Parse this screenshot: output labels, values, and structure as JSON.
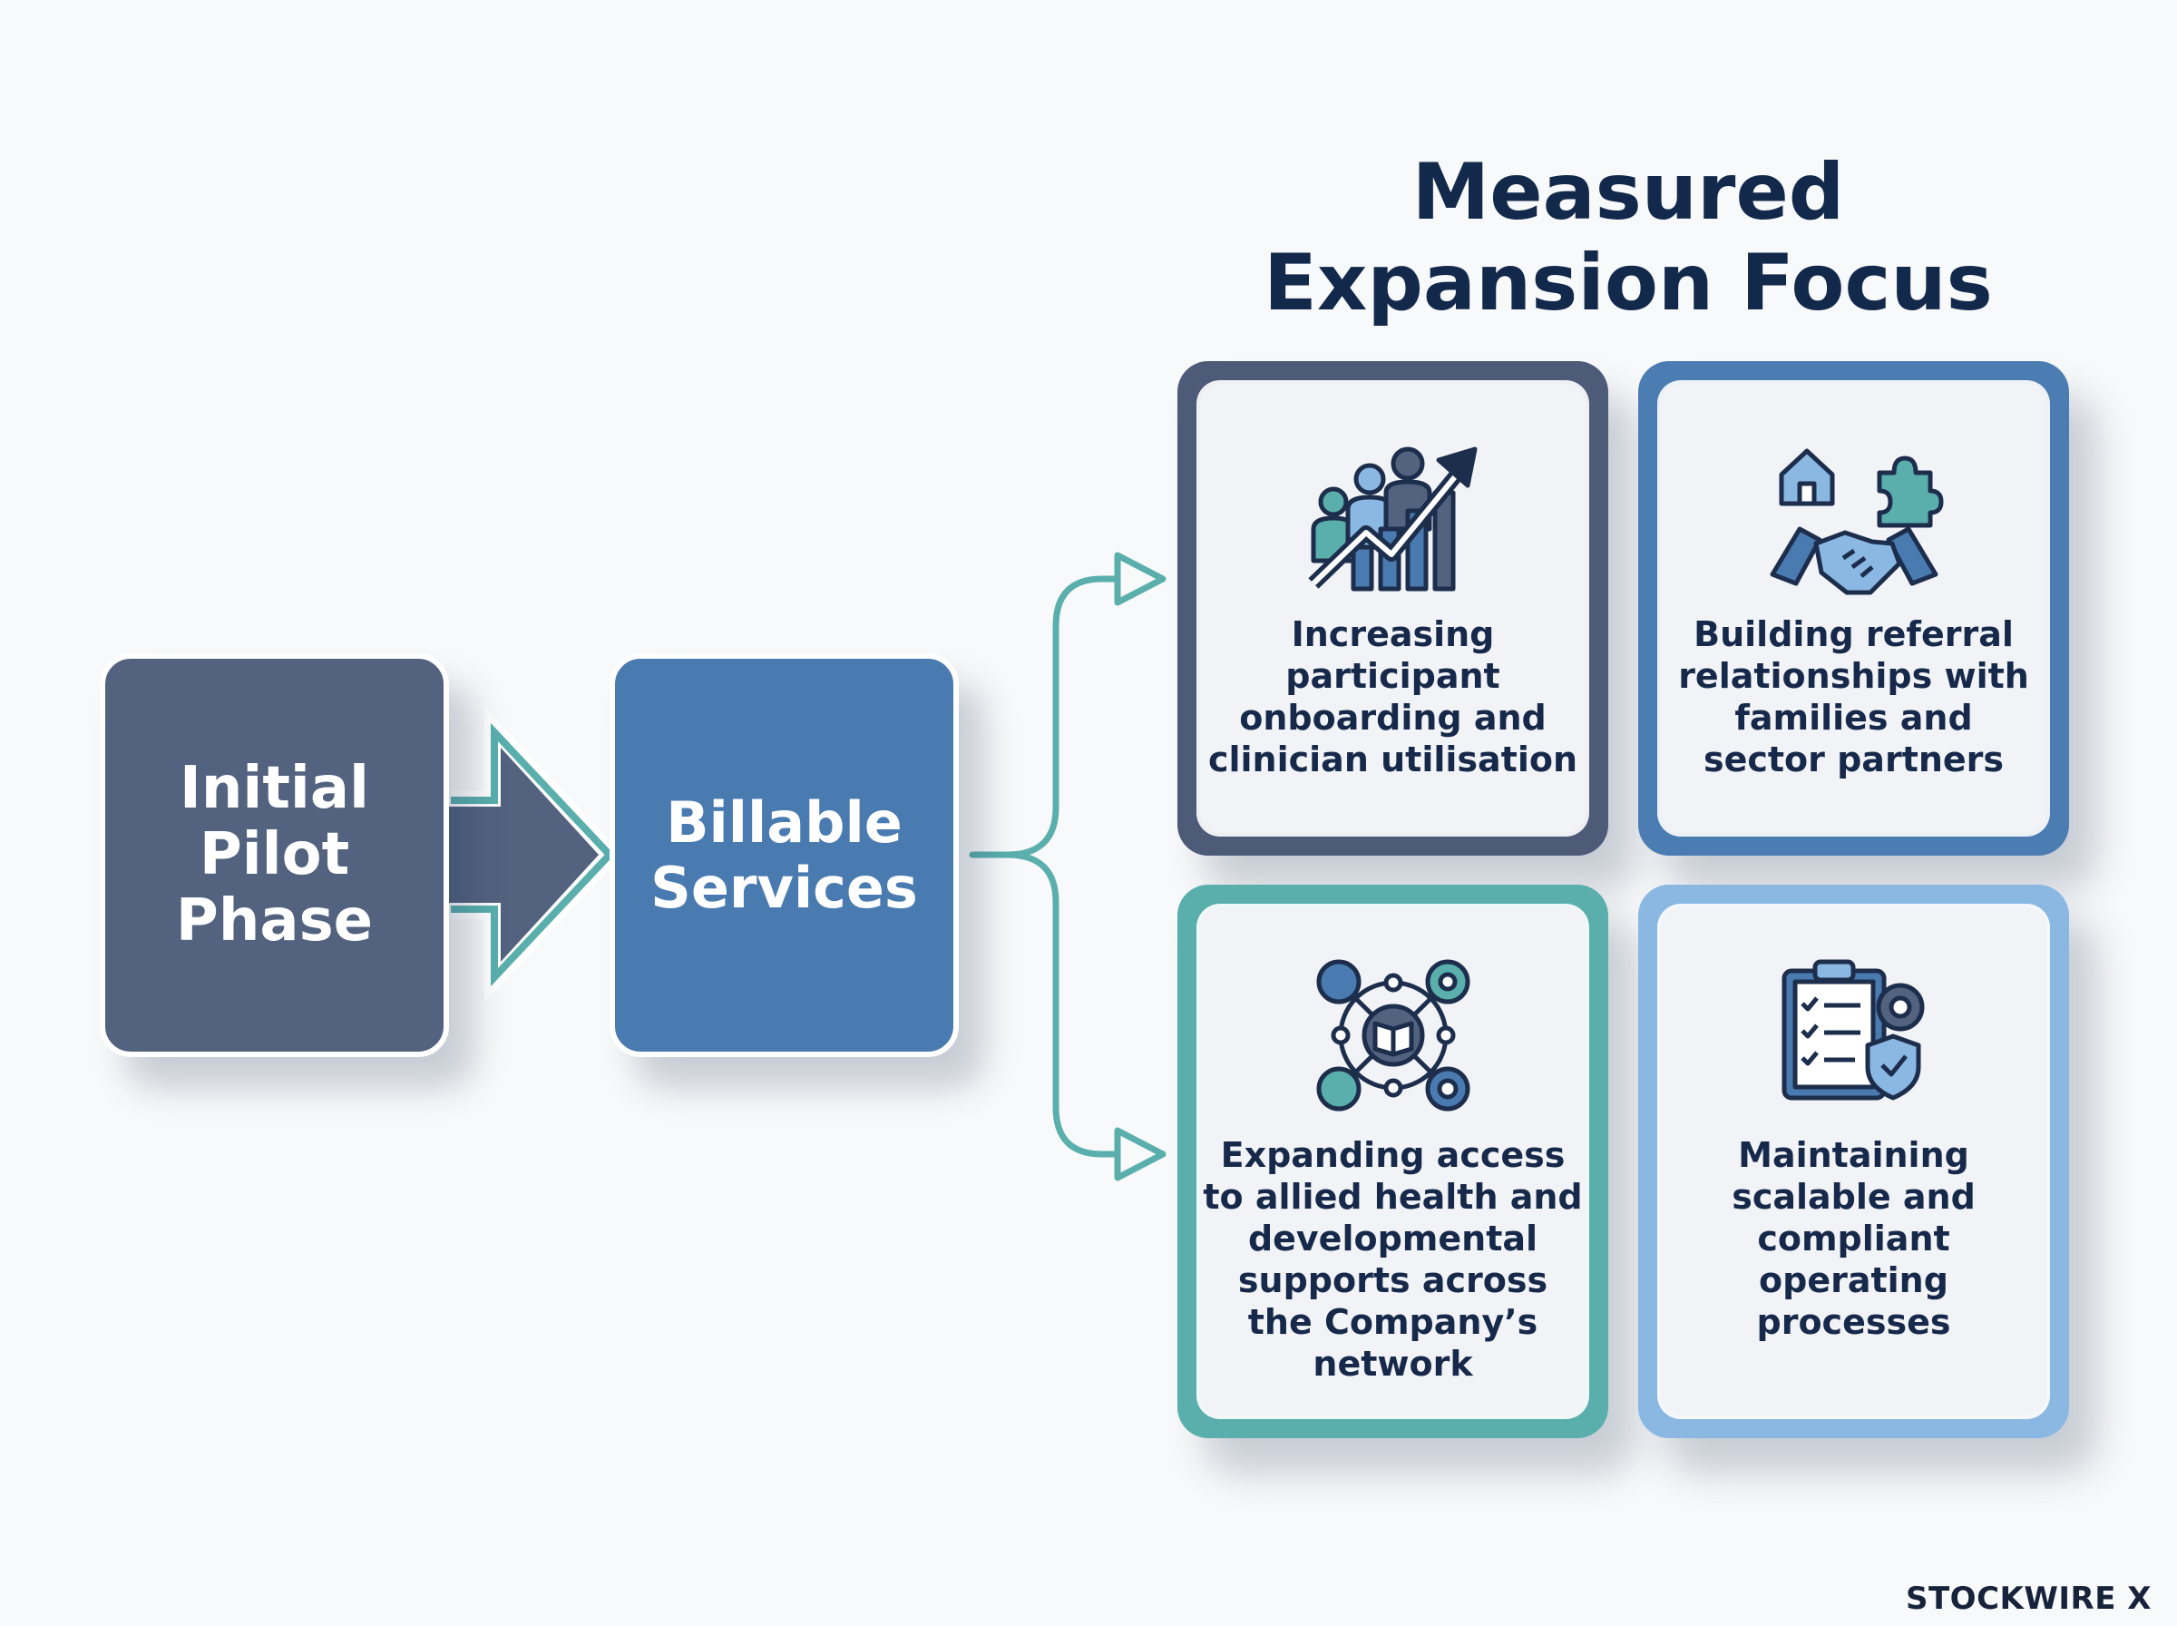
{
  "title": {
    "line1": "Measured",
    "line2": "Expansion Focus"
  },
  "flow": {
    "pilot": {
      "line1": "Initial",
      "line2": "Pilot",
      "line3": "Phase"
    },
    "billable": {
      "line1": "Billable",
      "line2": "Services"
    }
  },
  "cards": [
    {
      "icon": "growth-chart-people-icon",
      "lines": [
        "Increasing",
        "participant",
        "onboarding and",
        "clinician utilisation"
      ]
    },
    {
      "icon": "handshake-home-puzzle-icon",
      "lines": [
        "Building referral",
        "relationships with",
        "families and",
        "sector partners"
      ]
    },
    {
      "icon": "network-services-icon",
      "lines": [
        "Expanding access",
        "to allied health and",
        "developmental",
        "supports across",
        "the Company’s",
        "network"
      ]
    },
    {
      "icon": "clipboard-gear-shield-icon",
      "lines": [
        "Maintaining",
        "scalable and",
        "compliant",
        "operating",
        "processes"
      ]
    }
  ],
  "watermark": "STOCKWIRE X",
  "colors": {
    "navy": "#13294b",
    "slate": "#52627f",
    "blue": "#4a7bb0",
    "teal": "#5aafad",
    "light_blue": "#8ab8e2",
    "background": "#f8f9fa"
  }
}
